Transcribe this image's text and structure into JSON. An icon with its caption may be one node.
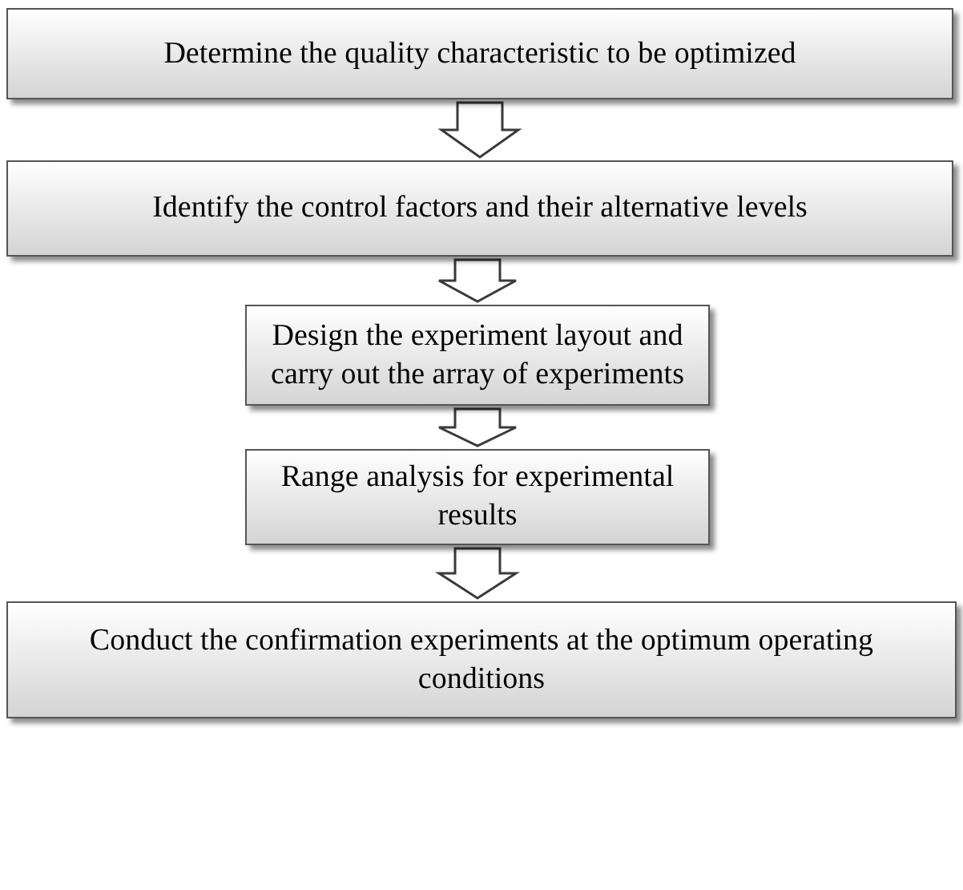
{
  "diagram": {
    "nodes": [
      {
        "text": [
          "Determine the quality characteristic to be optimized"
        ]
      },
      {
        "text": [
          "Identify the control factors and their alternative levels"
        ]
      },
      {
        "text": [
          "Design the experiment layout and carry out the array of experiments"
        ]
      },
      {
        "text": [
          "Range analysis for experimental results"
        ]
      },
      {
        "text": [
          "Conduct the confirmation experiments at the optimum operating conditions"
        ]
      }
    ],
    "edges": [
      {
        "from": 0,
        "to": 1,
        "arrow": "to"
      },
      {
        "from": 1,
        "to": 2,
        "arrow": "to"
      },
      {
        "from": 2,
        "to": 3,
        "arrow": "to"
      },
      {
        "from": 3,
        "to": 4,
        "arrow": "to"
      }
    ]
  }
}
